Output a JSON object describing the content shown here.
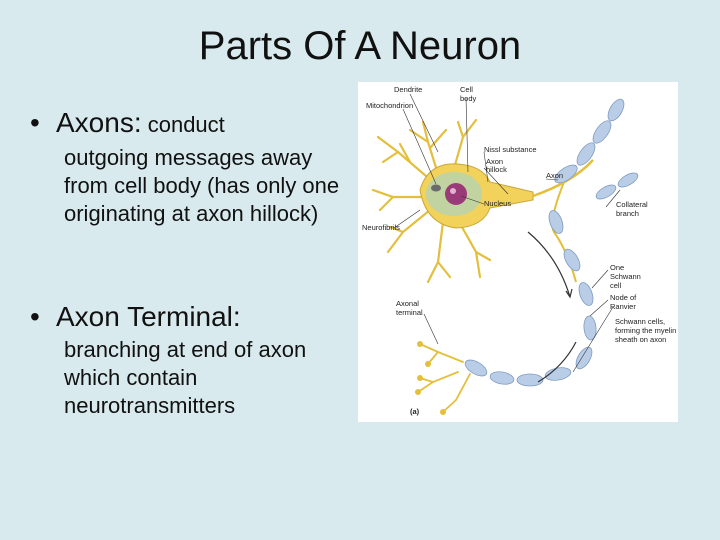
{
  "slide": {
    "title": "Parts Of A Neuron",
    "bullets": [
      {
        "marker": "•",
        "heading": "Axons:",
        "inline": " conduct",
        "body": "outgoing messages away from cell body (has only one originating at axon hillock)"
      },
      {
        "marker": "•",
        "heading": "Axon Terminal:",
        "inline": "",
        "body": "branching at end of axon which contain neurotransmitters"
      }
    ]
  },
  "figure": {
    "labels": {
      "dendrite": "Dendrite",
      "cell_body_1": "Cell",
      "cell_body_2": "body",
      "mitochondrion": "Mitochondrion",
      "nissl": "Nissl substance",
      "axon_hillock_1": "Axon",
      "axon_hillock_2": "hillock",
      "axon": "Axon",
      "nucleus": "Nucleus",
      "collateral_1": "Collateral",
      "collateral_2": "branch",
      "neurofibrils": "Neurofibrils",
      "schwann_1": "One",
      "schwann_2": "Schwann",
      "schwann_3": "cell",
      "node_1": "Node of",
      "node_2": "Ranvier",
      "axonal_1": "Axonal",
      "axonal_2": "terminal",
      "sheath_1": "Schwann cells,",
      "sheath_2": "forming the myelin",
      "sheath_3": "sheath on axon",
      "panel": "(a)"
    },
    "colors": {
      "dendrite": "#e8c648",
      "cell_body": "#f2d25a",
      "nucleus": "#9b3a78",
      "myelin": "#b9cde6",
      "myelin_edge": "#7f9cc3",
      "background": "#d9eaee"
    }
  }
}
